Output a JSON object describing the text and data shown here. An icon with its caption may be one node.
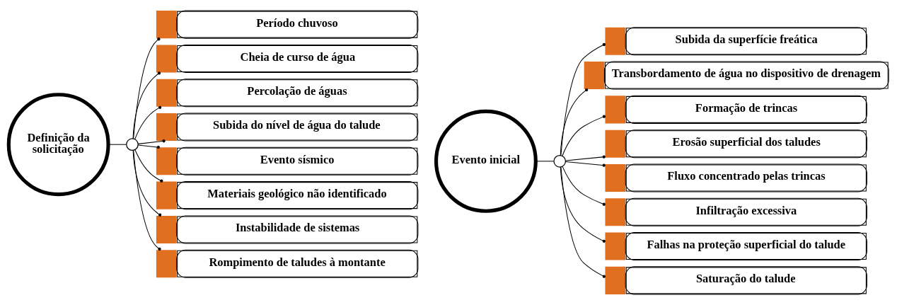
{
  "diagram": {
    "nodes": [
      {
        "text": [
          "Definição da solicitação"
        ]
      },
      {
        "text": [],
        "shape": "circle"
      },
      {
        "text": [
          "Período chuvoso"
        ]
      },
      {
        "text": [
          "Cheia de curso de água"
        ]
      },
      {
        "text": [
          "Percolação de águas"
        ]
      },
      {
        "text": [
          "Subida do nível de água do talude"
        ]
      },
      {
        "text": [
          "Evento sísmico"
        ]
      },
      {
        "text": [
          "Materiais geológico não identificado"
        ]
      },
      {
        "text": [
          "Instabilidade de sistemas"
        ]
      },
      {
        "text": [
          "Rompimento de taludes à montante"
        ]
      },
      {
        "text": [
          "Evento inicial"
        ]
      },
      {
        "text": [],
        "shape": "circle"
      },
      {
        "text": [
          "Subida da superfície freática"
        ]
      },
      {
        "text": [
          "Transbordamento de água no dispositivo de drenagem"
        ]
      },
      {
        "text": [
          "Formação de trincas"
        ]
      },
      {
        "text": [
          "Erosão superficial dos taludes"
        ]
      },
      {
        "text": [
          "Fluxo concentrado pelas trincas"
        ]
      },
      {
        "text": [
          "Infiltração excessiva"
        ]
      },
      {
        "text": [
          "Falhas na proteção superficial do talude"
        ]
      },
      {
        "text": [
          "Saturação do talude"
        ]
      }
    ],
    "edges": [
      {
        "from": 0,
        "to": 1,
        "arrow": "none"
      },
      {
        "from": 1,
        "to": 2,
        "arrow": "other"
      },
      {
        "from": 1,
        "to": 3,
        "arrow": "other"
      },
      {
        "from": 1,
        "to": 4,
        "arrow": "other"
      },
      {
        "from": 1,
        "to": 5,
        "arrow": "other"
      },
      {
        "from": 1,
        "to": 6,
        "arrow": "other"
      },
      {
        "from": 1,
        "to": 7,
        "arrow": "other"
      },
      {
        "from": 1,
        "to": 8,
        "arrow": "other"
      },
      {
        "from": 1,
        "to": 9,
        "arrow": "other"
      },
      {
        "from": 10,
        "to": 11,
        "arrow": "none"
      },
      {
        "from": 11,
        "to": 12,
        "arrow": "other"
      },
      {
        "from": 11,
        "to": 13,
        "arrow": "other"
      },
      {
        "from": 11,
        "to": 14,
        "arrow": "other"
      },
      {
        "from": 11,
        "to": 15,
        "arrow": "other"
      },
      {
        "from": 11,
        "to": 16,
        "arrow": "other"
      },
      {
        "from": 11,
        "to": 17,
        "arrow": "other"
      },
      {
        "from": 11,
        "to": 18,
        "arrow": "other"
      },
      {
        "from": 11,
        "to": 19,
        "arrow": "other"
      }
    ]
  }
}
